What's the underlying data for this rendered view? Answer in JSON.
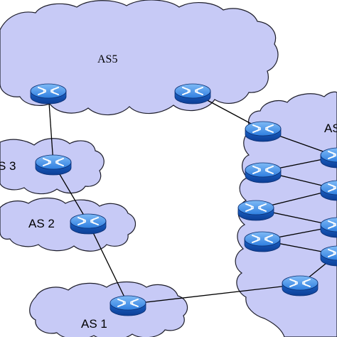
{
  "labels": {
    "as5": "AS5",
    "as3": "S 3",
    "as2": "AS 2",
    "as1": "AS 1",
    "as4": "AS"
  },
  "colors": {
    "cloud_fill": "#c7caf6",
    "router_top": "#3f8fe6",
    "router_side": "#1456b8",
    "link": "#000000"
  },
  "router_icon": "router-icon",
  "link_count": 13
}
